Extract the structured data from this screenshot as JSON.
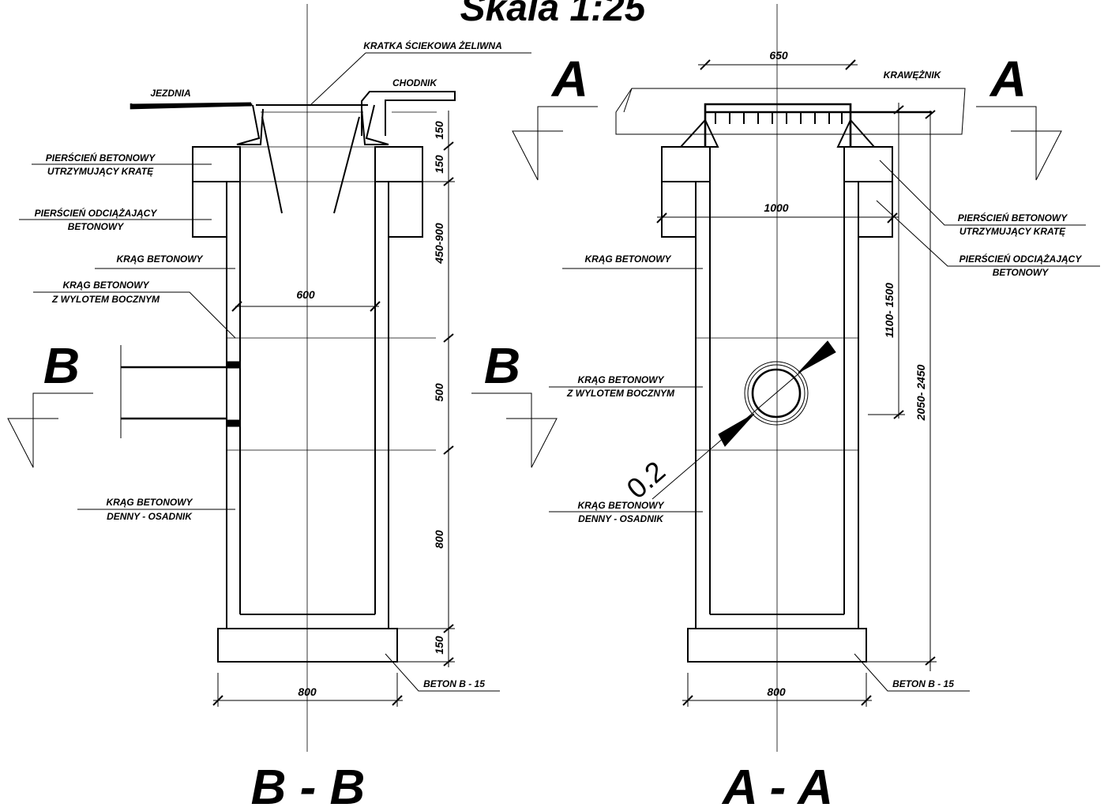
{
  "title": "Skala 1:25",
  "section_bb": {
    "caption": "B - B",
    "cut_marker_letter": "B",
    "labels": {
      "road": "JEZDNIA",
      "grate": "KRATKA ŚCIEKOWA ŻELIWNA",
      "sidewalk": "CHODNIK",
      "ring_grate_l1": "PIERŚCIEŃ BETONOWY",
      "ring_grate_l2": "UTRZYMUJĄCY KRATĘ",
      "ring_relief_l1": "PIERŚCIEŃ ODCIĄŻAJĄCY",
      "ring_relief_l2": "BETONOWY",
      "ring": "KRĄG BETONOWY",
      "ring_outlet_l1": "KRĄG BETONOWY",
      "ring_outlet_l2": "Z WYLOTEM BOCZNYM",
      "ring_bottom_l1": "KRĄG BETONOWY",
      "ring_bottom_l2": "DENNY - OSADNIK",
      "concrete": "BETON B - 15"
    },
    "dims": {
      "inner_width": "600",
      "base_width": "800",
      "d150_top": "150",
      "d150_ring": "150",
      "d450_900": "450-900",
      "d500": "500",
      "d800": "800",
      "d150_base": "150"
    }
  },
  "section_aa": {
    "caption": "A - A",
    "cut_marker_letter": "A",
    "labels": {
      "curb": "KRAWĘŻNIK",
      "ring_grate_l1": "PIERŚCIEŃ BETONOWY",
      "ring_grate_l2": "UTRZYMUJĄCY KRATĘ",
      "ring_relief_l1": "PIERŚCIEŃ ODCIĄŻAJĄCY",
      "ring_relief_l2": "BETONOWY",
      "ring": "KRĄG BETONOWY",
      "ring_outlet_l1": "KRĄG BETONOWY",
      "ring_outlet_l2": "Z WYLOTEM BOCZNYM",
      "ring_bottom_l1": "KRĄG BETONOWY",
      "ring_bottom_l2": "DENNY - OSADNIK",
      "concrete": "BETON B - 15",
      "pipe_diameter": "0.2"
    },
    "dims": {
      "grate_width": "650",
      "relief_width": "1000",
      "base_width": "800",
      "d1100_1500": "1100- 1500",
      "d2050_2450": "2050- 2450"
    }
  }
}
